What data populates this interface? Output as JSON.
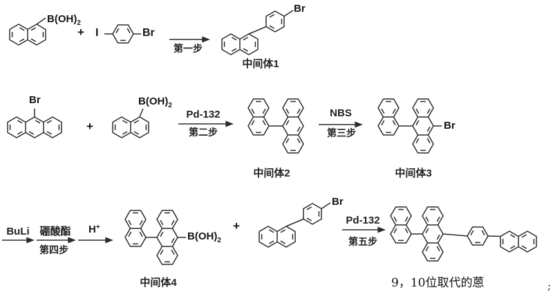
{
  "scheme": {
    "row1": {
      "boronic_label": {
        "main": "B(OH)",
        "sub": "2"
      },
      "plus": "+",
      "iodine_label": "I",
      "bromine_label": "Br",
      "step1": "第一步",
      "product_bromine_label": "Br",
      "product_caption": "中间体1"
    },
    "row2": {
      "bromine_label": "Br",
      "plus": "+",
      "boronic_label": {
        "main": "B(OH)",
        "sub": "2"
      },
      "catalyst": "Pd-132",
      "step2": "第二步",
      "intermediate2_caption": "中间体2",
      "nbs": "NBS",
      "step3": "第三步",
      "intermediate3_bromine_label": "Br",
      "intermediate3_caption": "中间体3"
    },
    "row3": {
      "buli": "BuLi",
      "borate": "硼酸酯",
      "step4": "第四步",
      "h_plus": {
        "main": "H",
        "sup": "+"
      },
      "intermediate4_boronic_label": {
        "main": "B(OH)",
        "sub": "2"
      },
      "intermediate4_caption": "中间体4",
      "plus": "+",
      "reactant_bromine_label": "Br",
      "catalyst": "Pd-132",
      "step5": "第五步",
      "product_caption": "9，10位取代的蒽",
      "trailing_semicolon": ";"
    },
    "colors": {
      "line": "#2b2b2b",
      "background": "#ffffff"
    }
  }
}
